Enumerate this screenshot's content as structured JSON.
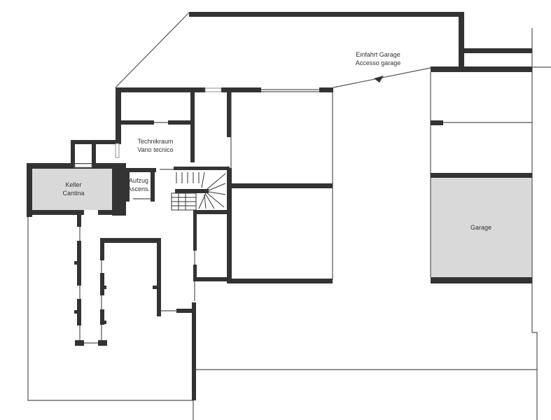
{
  "rooms": {
    "technikraum": {
      "line1": "Technikraum",
      "line2": "Vano tecnico"
    },
    "keller": {
      "line1": "Keller",
      "line2": "Cantina"
    },
    "aufzug": {
      "line1": "Aufzug",
      "line2": "Ascens."
    },
    "garage": {
      "line1": "Garage"
    }
  },
  "annotations": {
    "entrance": {
      "line1": "Einfahrt Garage",
      "line2": "Accesso garage"
    }
  },
  "colors": {
    "wall": "#333333",
    "fill": "#d9d9d9",
    "line": "#555555"
  }
}
